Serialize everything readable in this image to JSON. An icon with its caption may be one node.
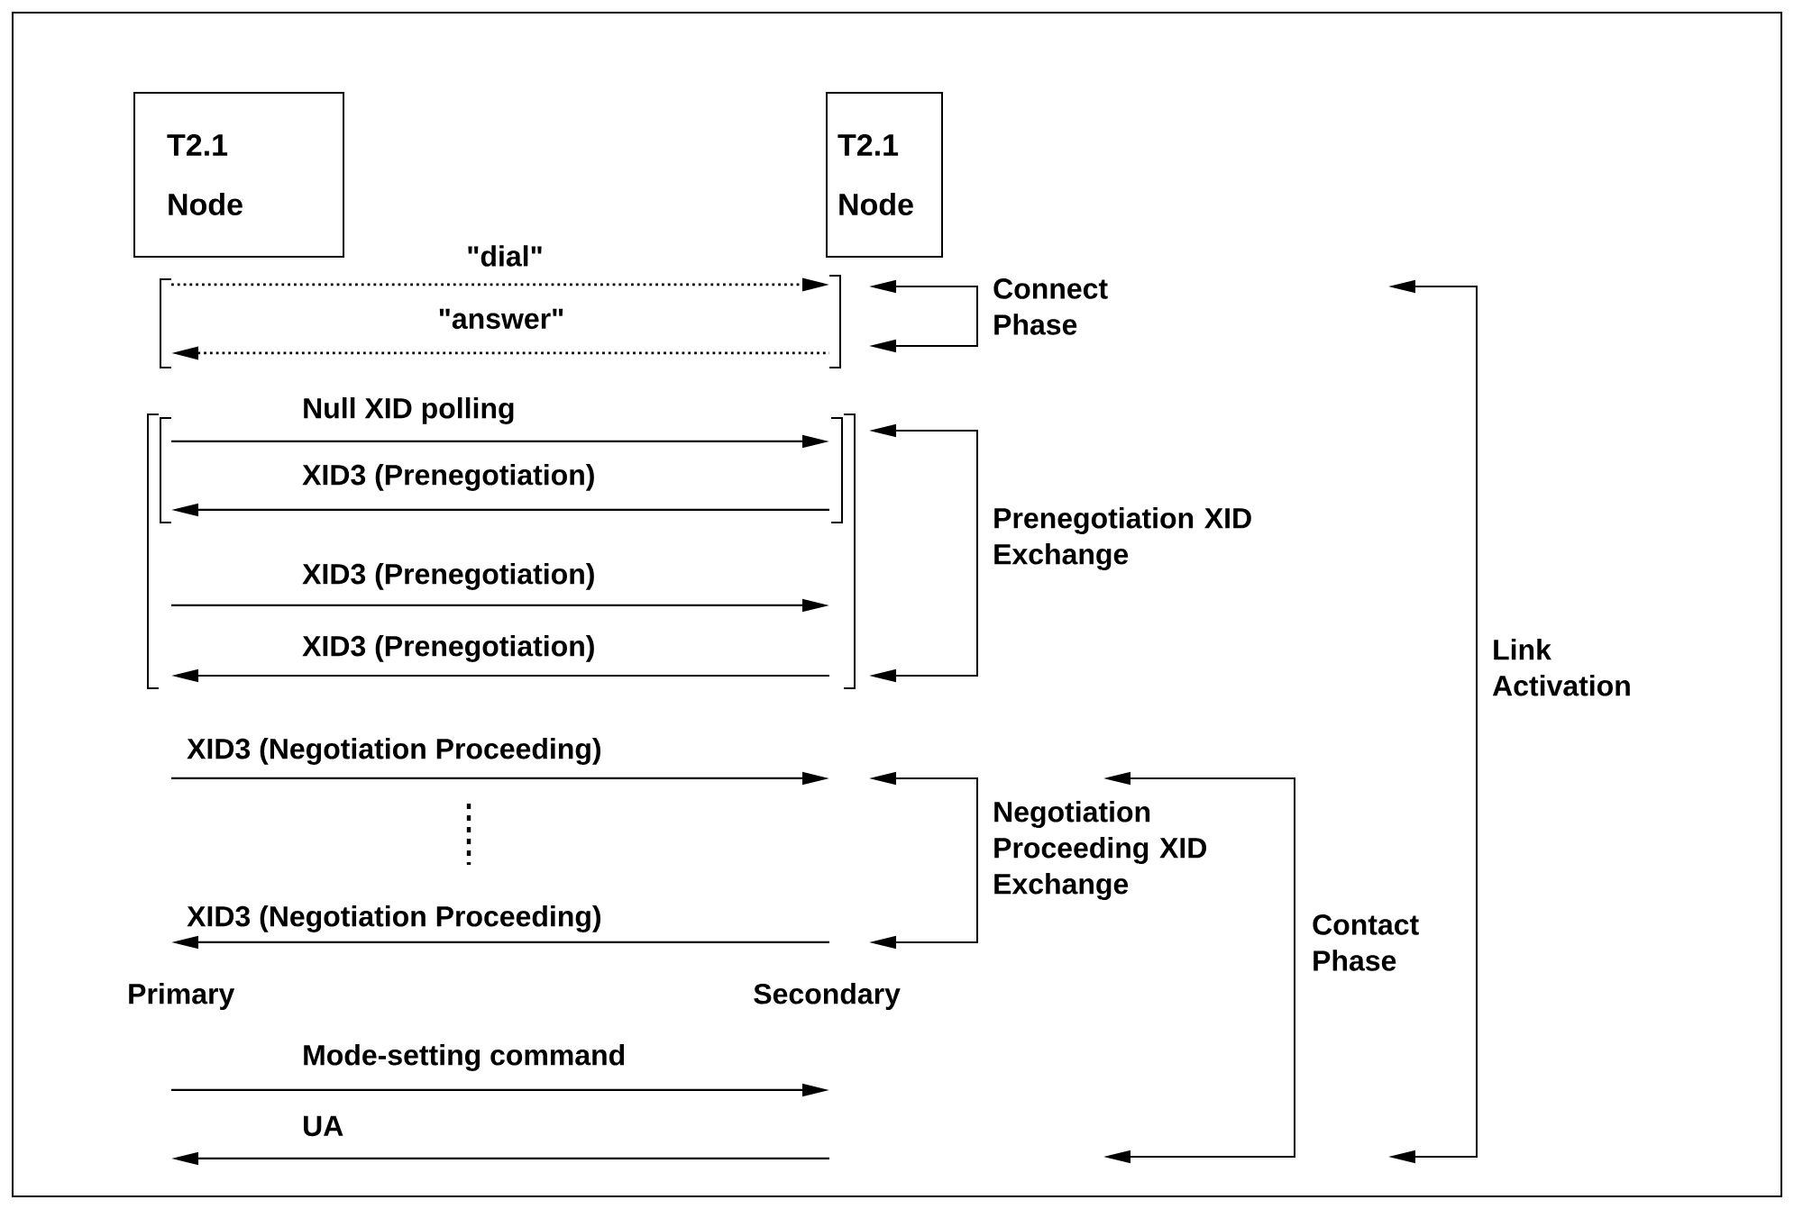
{
  "diagram": {
    "nodes": [
      {
        "text": [
          "T2.1 Node"
        ]
      },
      {
        "text": [
          "T2.1 Node"
        ]
      }
    ],
    "labels": [
      "\"dial\"",
      "\"answer\"",
      "Null XID polling",
      "XID3 (Prenegotiation)",
      "XID3 (Prenegotiation)",
      "XID3 (Prenegotiation)",
      "XID3 (Negotiation Proceeding)",
      "XID3 (Negotiation Proceeding)",
      "Primary",
      "Secondary",
      "Mode-setting command",
      "UA",
      "Connect Phase",
      "Prenegotiation XID Exchange",
      "Link Activation",
      "Negotiation Proceeding XID Exchange",
      "Contact Phase"
    ]
  }
}
